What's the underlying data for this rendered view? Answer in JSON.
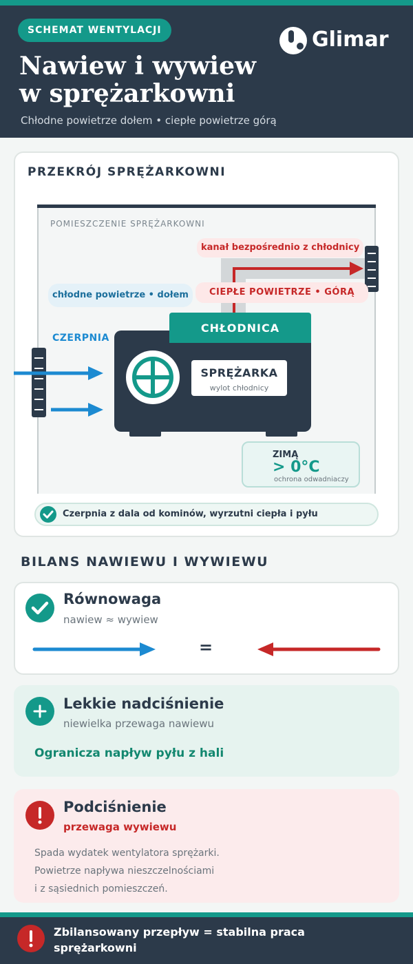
{
  "header": {
    "tag": "SCHEMAT WENTYLACJI",
    "brand": "Glimar",
    "title_line1": "Nawiew i wywiew",
    "title_line2": "w sprężarkowni",
    "subtitle": "Chłodne powietrze dołem • ciepłe powietrze górą"
  },
  "cross_section": {
    "title": "PRZEKRÓJ SPRĘŻARKOWNI",
    "room_label": "POMIESZCZENIE SPRĘŻARKOWNI",
    "duct_label": "kanał bezpośrednio z chłodnicy",
    "cold_air_label": "chłodne powietrze • dołem",
    "warm_air_label": "CIEPŁE POWIETRZE • GÓRĄ",
    "intake_label": "CZERPNIA",
    "cooler_label": "CHŁODNICA",
    "compressor_label": "SPRĘŻARKA",
    "compressor_sub": "wylot chłodnicy",
    "winter_label": "ZIMĄ",
    "winter_temp": "> 0°C",
    "winter_sub": "ochrona odwadniaczy",
    "note": "Czerpnia z dala od kominów, wyrzutni ciepła i pyłu"
  },
  "balance": {
    "title": "BILANS NAWIEWU I WYWIEWU",
    "cards": [
      {
        "title": "Równowaga",
        "subtitle": "nawiew ≈ wywiew",
        "symbol": "="
      },
      {
        "title": "Lekkie nadciśnienie",
        "subtitle": "niewielka przewaga nawiewu",
        "highlight": "Ogranicza napływ pyłu z hali"
      },
      {
        "title": "Podciśnienie",
        "subtitle": "przewaga wywiewu",
        "body_line1": "Spada wydatek wentylatora sprężarki.",
        "body_line2": "Powietrze napływa nieszczelnościami",
        "body_line3": "i z sąsiednich pomieszczeń."
      }
    ]
  },
  "footer": {
    "text": "Zbilansowany przepływ = stabilna praca sprężarkowni"
  },
  "colors": {
    "navy": "#2c3a4a",
    "teal": "#14998a",
    "blue": "#1c8ad1",
    "red": "#c62828"
  }
}
